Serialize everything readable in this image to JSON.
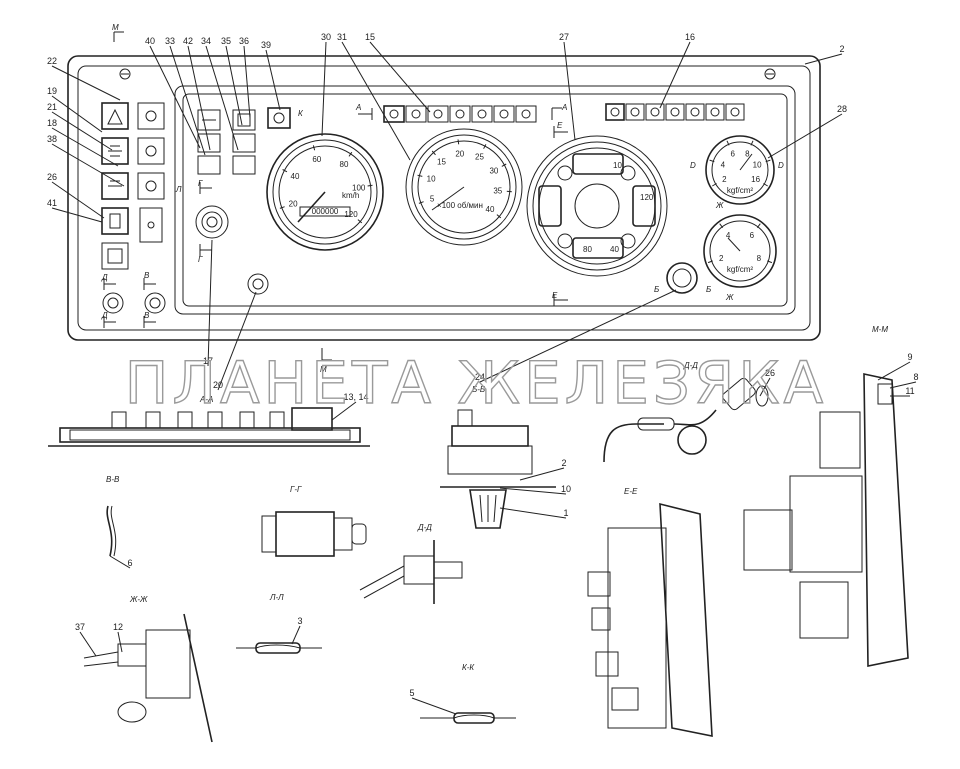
{
  "watermark": "ПЛАНЕТА ЖЕЛЕЗЯКА",
  "callouts": [
    "22",
    "40",
    "33",
    "42",
    "34",
    "35",
    "36",
    "39",
    "30",
    "31",
    "15",
    "27",
    "16",
    "2",
    "28",
    "19",
    "21",
    "18",
    "38",
    "26",
    "41",
    "17",
    "20",
    "24",
    "26",
    "9",
    "8",
    "11",
    "13, 14",
    "2",
    "10",
    "1",
    "6",
    "12",
    "37",
    "3",
    "5"
  ],
  "sections": {
    "mm_top": "М",
    "mm_bottom": "М",
    "mm_view": "М-М",
    "aa": "А-А",
    "bb": "Б-Б",
    "vv": "В-В",
    "gg": "Г-Г",
    "dd": "Д-Д",
    "ee": "Е-Е",
    "zhzh": "Ж-Ж",
    "ll": "Л-Л",
    "kk": "К-К",
    "dd2": "Д-Д",
    "a_left": "А",
    "a_right": "А",
    "e_top": "Е",
    "e_bottom": "Е",
    "g_top": "Г",
    "g_bottom": "Г",
    "v_top": "В",
    "v_bottom": "В",
    "d_top": "Д",
    "d_bottom": "Д",
    "k_mark": "К",
    "l_mark": "Л",
    "d_side1": "D",
    "d_side2": "D",
    "zh1": "Ж",
    "zh2": "Ж",
    "b1": "Б",
    "b2": "Б"
  },
  "gauges": {
    "speedo": {
      "ticks": [
        "20",
        "40",
        "60",
        "80",
        "100",
        "120"
      ],
      "unit": "km/h",
      "odometer": "000000"
    },
    "tacho": {
      "ticks": [
        "5",
        "10",
        "15",
        "20",
        "25",
        "30",
        "35",
        "40"
      ],
      "unit": "×100 об/мин"
    },
    "small_top": {
      "ticks": [
        "2",
        "4",
        "6",
        "8",
        "10",
        "16"
      ],
      "unit": "kgf/cm²"
    },
    "small_bottom": {
      "ticks": [
        "2",
        "4",
        "6",
        "8"
      ],
      "unit": "kgf/cm²"
    },
    "combo": {
      "labels": [
        "10",
        "120",
        "40",
        "80"
      ]
    }
  }
}
